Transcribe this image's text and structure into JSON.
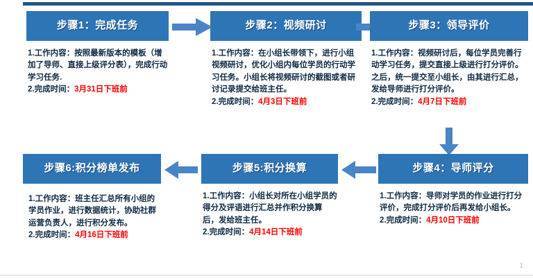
{
  "slide": {
    "page_number": "1",
    "accent_color": "#2e75b6",
    "rule_color": "#1f5488",
    "date_color": "#ff0000",
    "body_text_color": "#0f2a43"
  },
  "steps": [
    {
      "id": "step-1",
      "header": "步骤1：完成任务",
      "content_label": "1.工作内容：",
      "content_text": "按照最新版本的模板（增加了导师、直接上级评分表），完成行动学习任务.",
      "deadline_label": "2.完成时间：",
      "deadline_value": "3月31日下班前"
    },
    {
      "id": "step-2",
      "header": "步骤2：视频研讨",
      "content_label": "1.工作内容：",
      "content_text": "在小组长带领下，进行小组视频研讨，优化小组内每位学员的行动学习任务。小组长将视频研讨的截图或者研讨记录提交给班主任。",
      "deadline_label": "2.完成时间：",
      "deadline_value": "4月3日下班前"
    },
    {
      "id": "step-3",
      "header": "步骤3：领导评价",
      "content_label": "1.工作内容：",
      "content_text": "视频研讨后，每位学员完善行动学习任务，提交直接上级进行打分评价。之后，统一提交至小组长，由其进行汇总，发给导师进行打分评价。",
      "deadline_label": "2.完成时间：",
      "deadline_value": "4月7日下班前"
    },
    {
      "id": "step-4",
      "header": "步骤4：导师评分",
      "content_label": "1.工作内容：",
      "content_text": "导师对学员的作业进行打分评价，完成打分评价后再发给小组长。",
      "deadline_label": "2.完成时间：",
      "deadline_value": "4月10日下班前"
    },
    {
      "id": "step-5",
      "header": "步骤5:积分换算",
      "content_label": "1.工作内容：",
      "content_text": "小组长对所在小组学员的得分及评语进行汇总并作积分换算后，发给班主任。",
      "deadline_label": "2.完成时间：",
      "deadline_value": "4月14日下班前"
    },
    {
      "id": "step-6",
      "header": "步骤6:积分榜单发布",
      "content_label": "1.工作内容：",
      "content_text": "班主任汇总所有小组的学员作业，进行数据统计，协助社群运营负责人，进行积分发布。",
      "deadline_label": "2.完成时间：",
      "deadline_value": "4月16日下班前"
    }
  ],
  "connectors": [
    {
      "id": "connector-1-2",
      "direction": "right"
    },
    {
      "id": "connector-2-3",
      "direction": "right"
    },
    {
      "id": "connector-3-4",
      "direction": "down"
    },
    {
      "id": "connector-4-5",
      "direction": "left"
    },
    {
      "id": "connector-5-6",
      "direction": "left"
    }
  ]
}
